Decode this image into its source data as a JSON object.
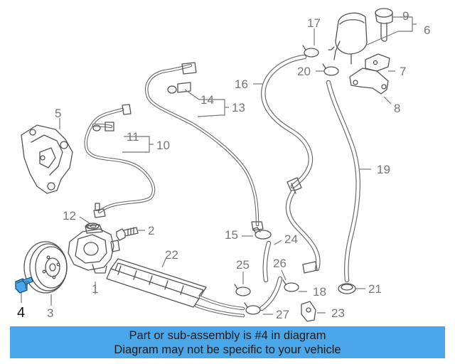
{
  "callouts": {
    "c1": "1",
    "c2": "2",
    "c3": "3",
    "c4": "4",
    "c5": "5",
    "c6": "6",
    "c7": "7",
    "c8": "8",
    "c9": "9",
    "c10": "10",
    "c11": "11",
    "c12": "12",
    "c13": "13",
    "c14": "14",
    "c15": "15",
    "c16": "16",
    "c17": "17",
    "c18": "18",
    "c19": "19",
    "c20": "20",
    "c21": "21",
    "c22": "22",
    "c23": "23",
    "c24": "24",
    "c25": "25",
    "c26": "26",
    "c27": "27"
  },
  "highlighted_part": "4",
  "highlight_color": "#4aa8ea",
  "banner": {
    "line1": "Part or sub-assembly is #4 in diagram",
    "line2": "Diagram may not be specific to your vehicle",
    "background": "#4aa8ea"
  }
}
